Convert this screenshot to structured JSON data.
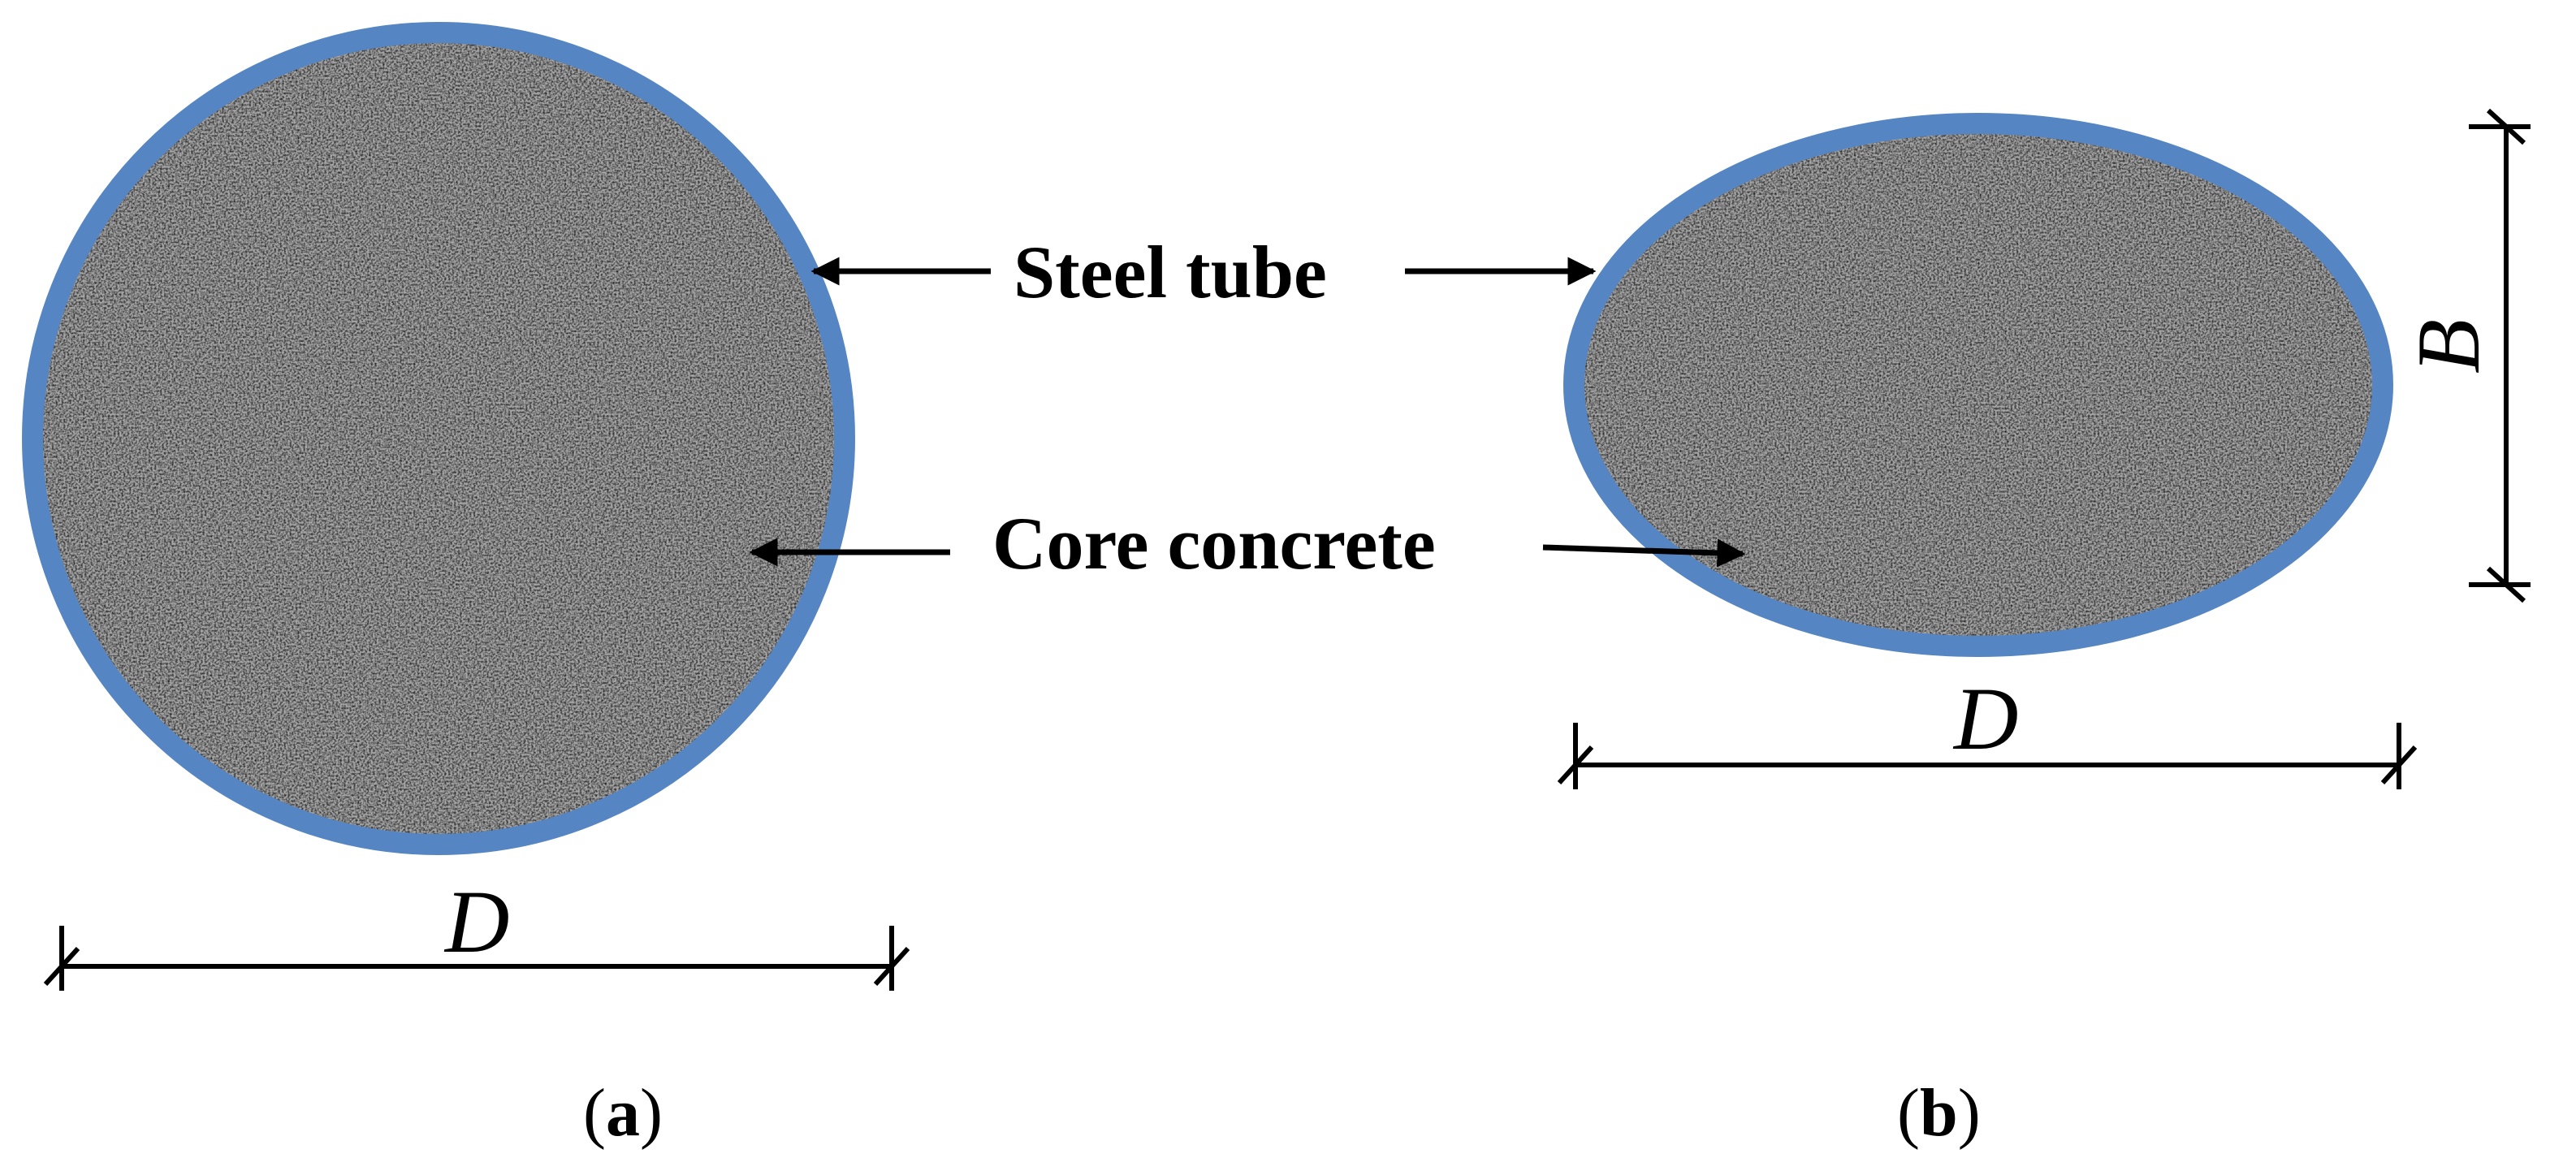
{
  "labels": {
    "steel_tube": "Steel tube",
    "core_concrete": "Core concrete"
  },
  "panel_a": {
    "dimension": "D",
    "caption": {
      "open": "(",
      "letter": "a",
      "close": ")"
    }
  },
  "panel_b": {
    "dimension_width": "D",
    "dimension_height": "B",
    "caption": {
      "open": "(",
      "letter": "b",
      "close": ")"
    }
  },
  "colors": {
    "steel_tube": "#5585C3",
    "concrete_base": "#9a9a9a",
    "line": "#000000",
    "background": "#ffffff"
  }
}
